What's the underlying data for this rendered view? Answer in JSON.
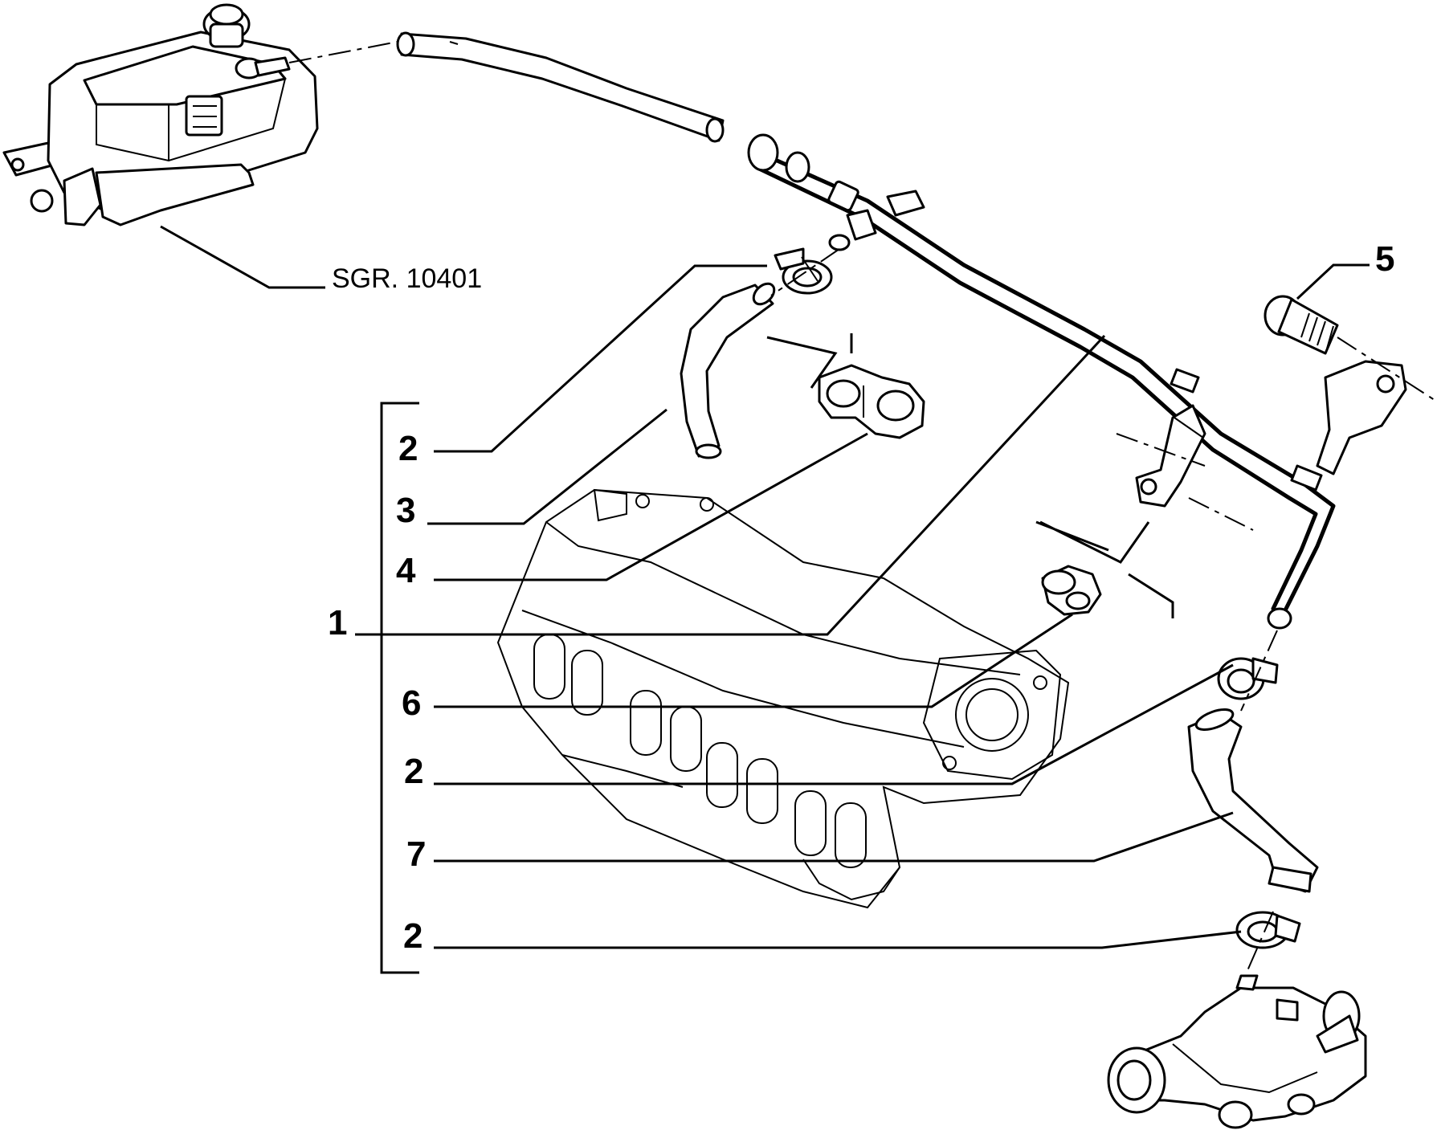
{
  "reference": "SGR. 10401",
  "callouts": [
    {
      "id": "c1",
      "label": "1"
    },
    {
      "id": "c2a",
      "label": "2"
    },
    {
      "id": "c3",
      "label": "3"
    },
    {
      "id": "c4",
      "label": "4"
    },
    {
      "id": "c5",
      "label": "5"
    },
    {
      "id": "c6",
      "label": "6"
    },
    {
      "id": "c2b",
      "label": "2"
    },
    {
      "id": "c7",
      "label": "7"
    },
    {
      "id": "c2c",
      "label": "2"
    }
  ]
}
